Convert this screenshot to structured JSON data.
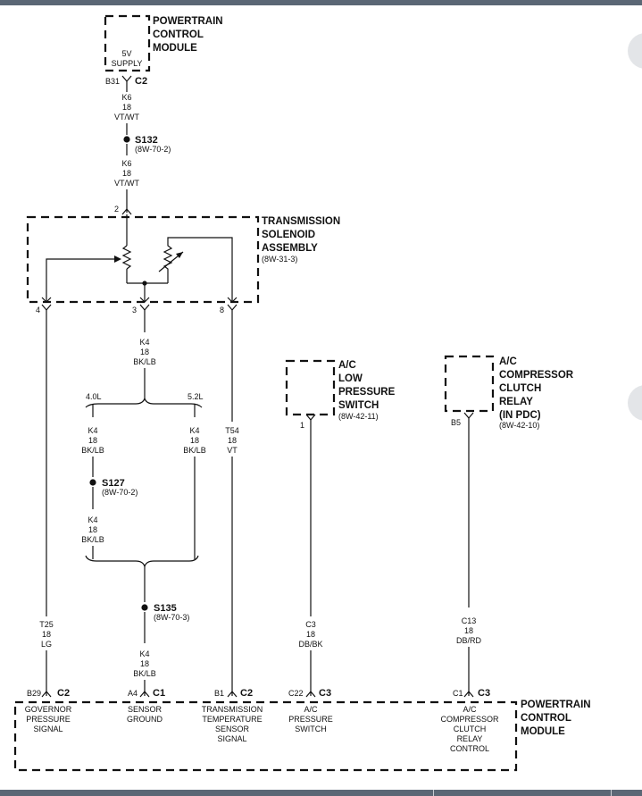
{
  "pcm_top": {
    "title": [
      "POWERTRAIN",
      "CONTROL",
      "MODULE"
    ],
    "label": [
      "5V",
      "SUPPLY"
    ],
    "pin": "B31",
    "conn": "C2"
  },
  "wire_k6_a": [
    "K6",
    "18",
    "VT/WT"
  ],
  "splice_s132": {
    "name": "S132",
    "ref": "(8W-70-2)"
  },
  "wire_k6_b": [
    "K6",
    "18",
    "VT/WT"
  ],
  "solenoid": {
    "title": [
      "TRANSMISSION",
      "SOLENOID",
      "ASSEMBLY"
    ],
    "ref": "(8W-31-3)",
    "pin_top": "2",
    "pins_bottom": [
      "4",
      "3",
      "8"
    ]
  },
  "wire_k4_main": [
    "K4",
    "18",
    "BK/LB"
  ],
  "engine_left": "4.0L",
  "engine_right": "5.2L",
  "wire_k4_left": [
    "K4",
    "18",
    "BK/LB"
  ],
  "wire_k4_right": [
    "K4",
    "18",
    "BK/LB"
  ],
  "splice_s127": {
    "name": "S127",
    "ref": "(8W-70-2)"
  },
  "wire_k4_left2": [
    "K4",
    "18",
    "BK/LB"
  ],
  "splice_s135": {
    "name": "S135",
    "ref": "(8W-70-3)"
  },
  "wire_k4_bottom": [
    "K4",
    "18",
    "BK/LB"
  ],
  "wire_t54": [
    "T54",
    "18",
    "VT"
  ],
  "wire_t25": [
    "T25",
    "18",
    "LG"
  ],
  "ac_low": {
    "title": [
      "A/C",
      "LOW",
      "PRESSURE",
      "SWITCH"
    ],
    "ref": "(8W-42-11)",
    "pin": "1"
  },
  "wire_c3": [
    "C3",
    "18",
    "DB/BK"
  ],
  "ac_relay": {
    "title": [
      "A/C",
      "COMPRESSOR",
      "CLUTCH",
      "RELAY",
      "(IN PDC)"
    ],
    "ref": "(8W-42-10)",
    "pin": "B5"
  },
  "wire_c13": [
    "C13",
    "18",
    "DB/RD"
  ],
  "pcm_bottom": {
    "title": [
      "POWERTRAIN",
      "CONTROL",
      "MODULE"
    ],
    "pins": [
      {
        "pin": "B29",
        "conn": "C2",
        "label": [
          "GOVERNOR",
          "PRESSURE",
          "SIGNAL"
        ]
      },
      {
        "pin": "A4",
        "conn": "C1",
        "label": [
          "SENSOR",
          "GROUND"
        ]
      },
      {
        "pin": "B1",
        "conn": "C2",
        "label": [
          "TRANSMISSION",
          "TEMPERATURE",
          "SENSOR",
          "SIGNAL"
        ]
      },
      {
        "pin": "C22",
        "conn": "C3",
        "label": [
          "A/C",
          "PRESSURE",
          "SWITCH"
        ]
      },
      {
        "pin": "C1",
        "conn": "C3",
        "label": [
          "A/C",
          "COMPRESSOR",
          "CLUTCH",
          "RELAY",
          "CONTROL"
        ]
      }
    ]
  },
  "colors": {
    "line": "#111111",
    "frame_bar": "#5b6775",
    "scroll_knob": "#e3e5e8"
  }
}
